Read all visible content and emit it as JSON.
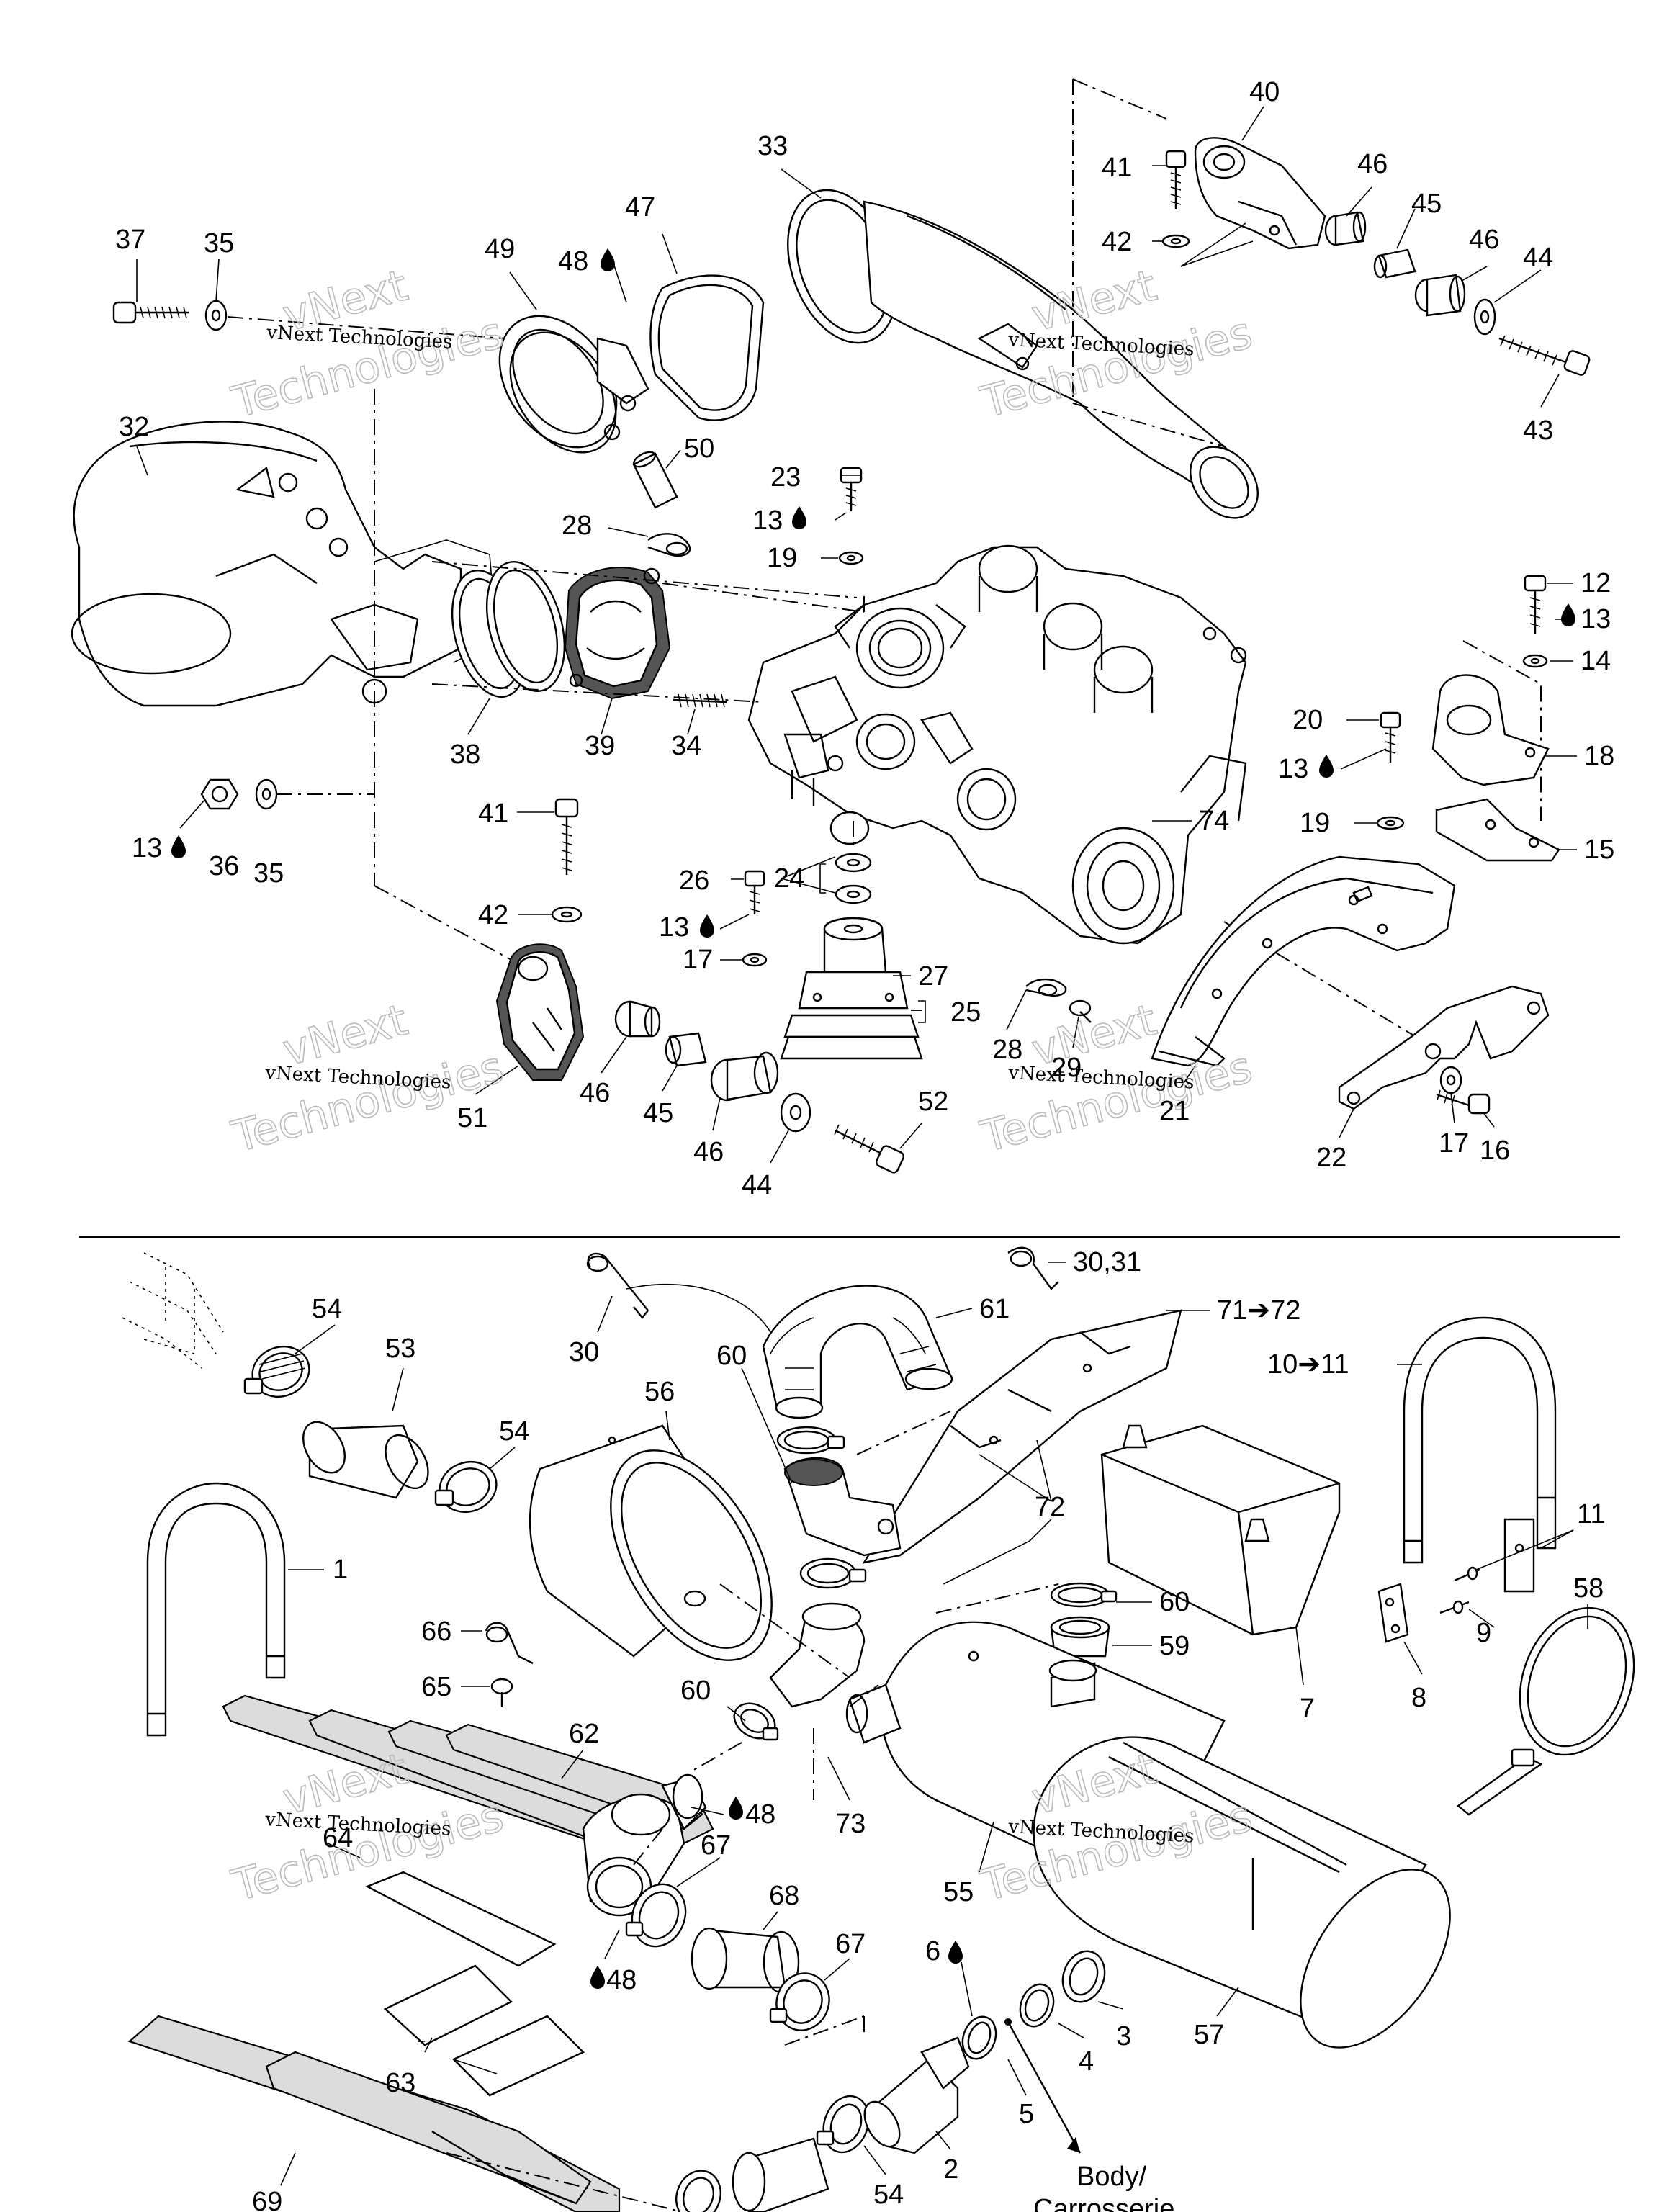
{
  "diagram": {
    "watermark_line1": "vNext Technologies",
    "watermark_large_1": "vNext",
    "watermark_large_2": "Technologies",
    "oil_drop_icon": "drop-icon",
    "arrow_text_body": "Body/",
    "arrow_text_carrosserie": "Carrosserie"
  },
  "callouts_top": {
    "c37": "37",
    "c35a": "35",
    "c49": "49",
    "c48a": "48",
    "c47": "47",
    "c33": "33",
    "c40": "40",
    "c41a": "41",
    "c42a": "42",
    "c46a": "46",
    "c45a": "45",
    "c46b": "46",
    "c44a": "44",
    "c43": "43",
    "c32": "32",
    "c50": "50",
    "c23": "23",
    "c13a": "13",
    "c19a": "19",
    "c28a": "28",
    "c12": "12",
    "c13b": "13",
    "c14": "14",
    "c20": "20",
    "c13c": "13",
    "c18": "18",
    "c19b": "19",
    "c15": "15",
    "c38": "38",
    "c39": "39",
    "c34": "34",
    "c74": "74",
    "c13d": "13",
    "c36": "36",
    "c35b": "35",
    "c41b": "41",
    "c42b": "42",
    "c26": "26",
    "c24": "24",
    "c13e": "13",
    "c17a": "17",
    "c27": "27",
    "c25": "25",
    "c28b": "28",
    "c29": "29",
    "c21": "21",
    "c22": "22",
    "c17b": "17",
    "c16": "16",
    "c46c": "46",
    "c45b": "45",
    "c51": "51",
    "c46d": "46",
    "c44b": "44",
    "c52": "52"
  },
  "callouts_bottom": {
    "c54a": "54",
    "c53": "53",
    "c30": "30",
    "c3031": "30,31",
    "c61": "61",
    "c7172": "71➔72",
    "c60a": "60",
    "c56": "56",
    "c54b": "54",
    "c1011": "10➔11",
    "c72": "72",
    "c1": "1",
    "c11": "11",
    "c60b": "60",
    "c58": "58",
    "c59": "59",
    "c9": "9",
    "c66": "66",
    "c65": "65",
    "c60c": "60",
    "c7": "7",
    "c8": "8",
    "c62": "62",
    "c48b": "48",
    "c73": "73",
    "c64": "64",
    "c67a": "67",
    "c55": "55",
    "c68": "68",
    "c67b": "67",
    "c48c": "48",
    "c6": "6",
    "c57": "57",
    "c3": "3",
    "c4": "4",
    "c63": "63",
    "c5": "5",
    "c2": "2",
    "c69": "69",
    "c54c": "54"
  }
}
